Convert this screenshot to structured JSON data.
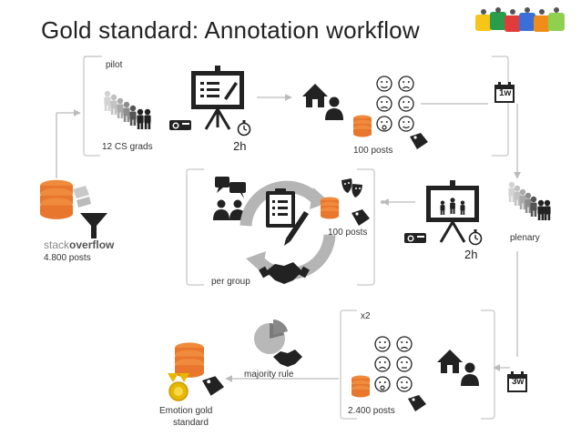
{
  "title": "Gold standard: Annotation workflow",
  "labels": {
    "pilot": "pilot",
    "grads": "12 CS grads",
    "pilot_duration": "2h",
    "pilot_posts": "100 posts",
    "week1": "1w",
    "source_posts": "4.800 posts",
    "stackoverflow_prefix": "stack",
    "stackoverflow_suffix": "overflow",
    "group_posts": "100 posts",
    "per_group": "per group",
    "plenary": "plenary",
    "plenary_duration": "2h",
    "repeat": "x2",
    "majority": "majority rule",
    "final_posts": "2.400 posts",
    "week3": "3w",
    "gold_line1": "Emotion gold",
    "gold_line2": "standard"
  },
  "colors": {
    "accent_orange": "#e8762c",
    "dark": "#1c1c1c",
    "gray": "#9a9a9a",
    "light_gray": "#cfcfcf",
    "border": "#c8c8c8",
    "gold": "#e6b800"
  }
}
